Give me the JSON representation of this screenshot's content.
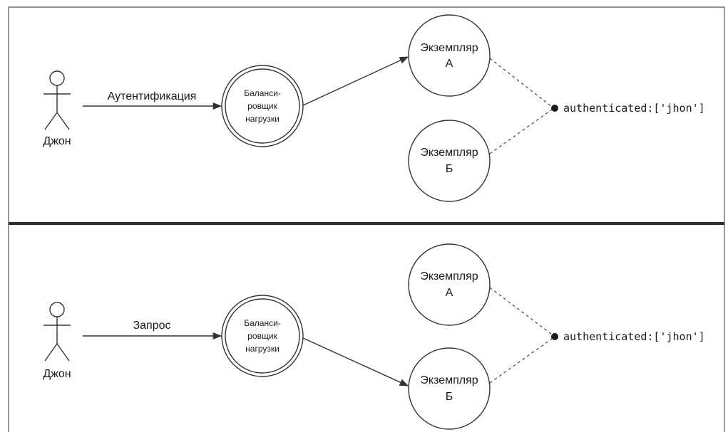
{
  "panels": [
    {
      "user_label": "Джон",
      "request_label": "Аутентификация",
      "balancer_lines": [
        "Баланси-",
        "ровщик",
        "нагрузки"
      ],
      "instance_a_lines": [
        "Экземпляр",
        "А"
      ],
      "instance_b_lines": [
        "Экземпляр",
        "Б"
      ],
      "session_label": "authenticated:['jhon']",
      "routed_to": "A"
    },
    {
      "user_label": "Джон",
      "request_label": "Запрос",
      "balancer_lines": [
        "Баланси-",
        "ровщик",
        "нагрузки"
      ],
      "instance_a_lines": [
        "Экземпляр",
        "А"
      ],
      "instance_b_lines": [
        "Экземпляр",
        "Б"
      ],
      "session_label": "authenticated:['jhon']",
      "routed_to": "B"
    }
  ]
}
